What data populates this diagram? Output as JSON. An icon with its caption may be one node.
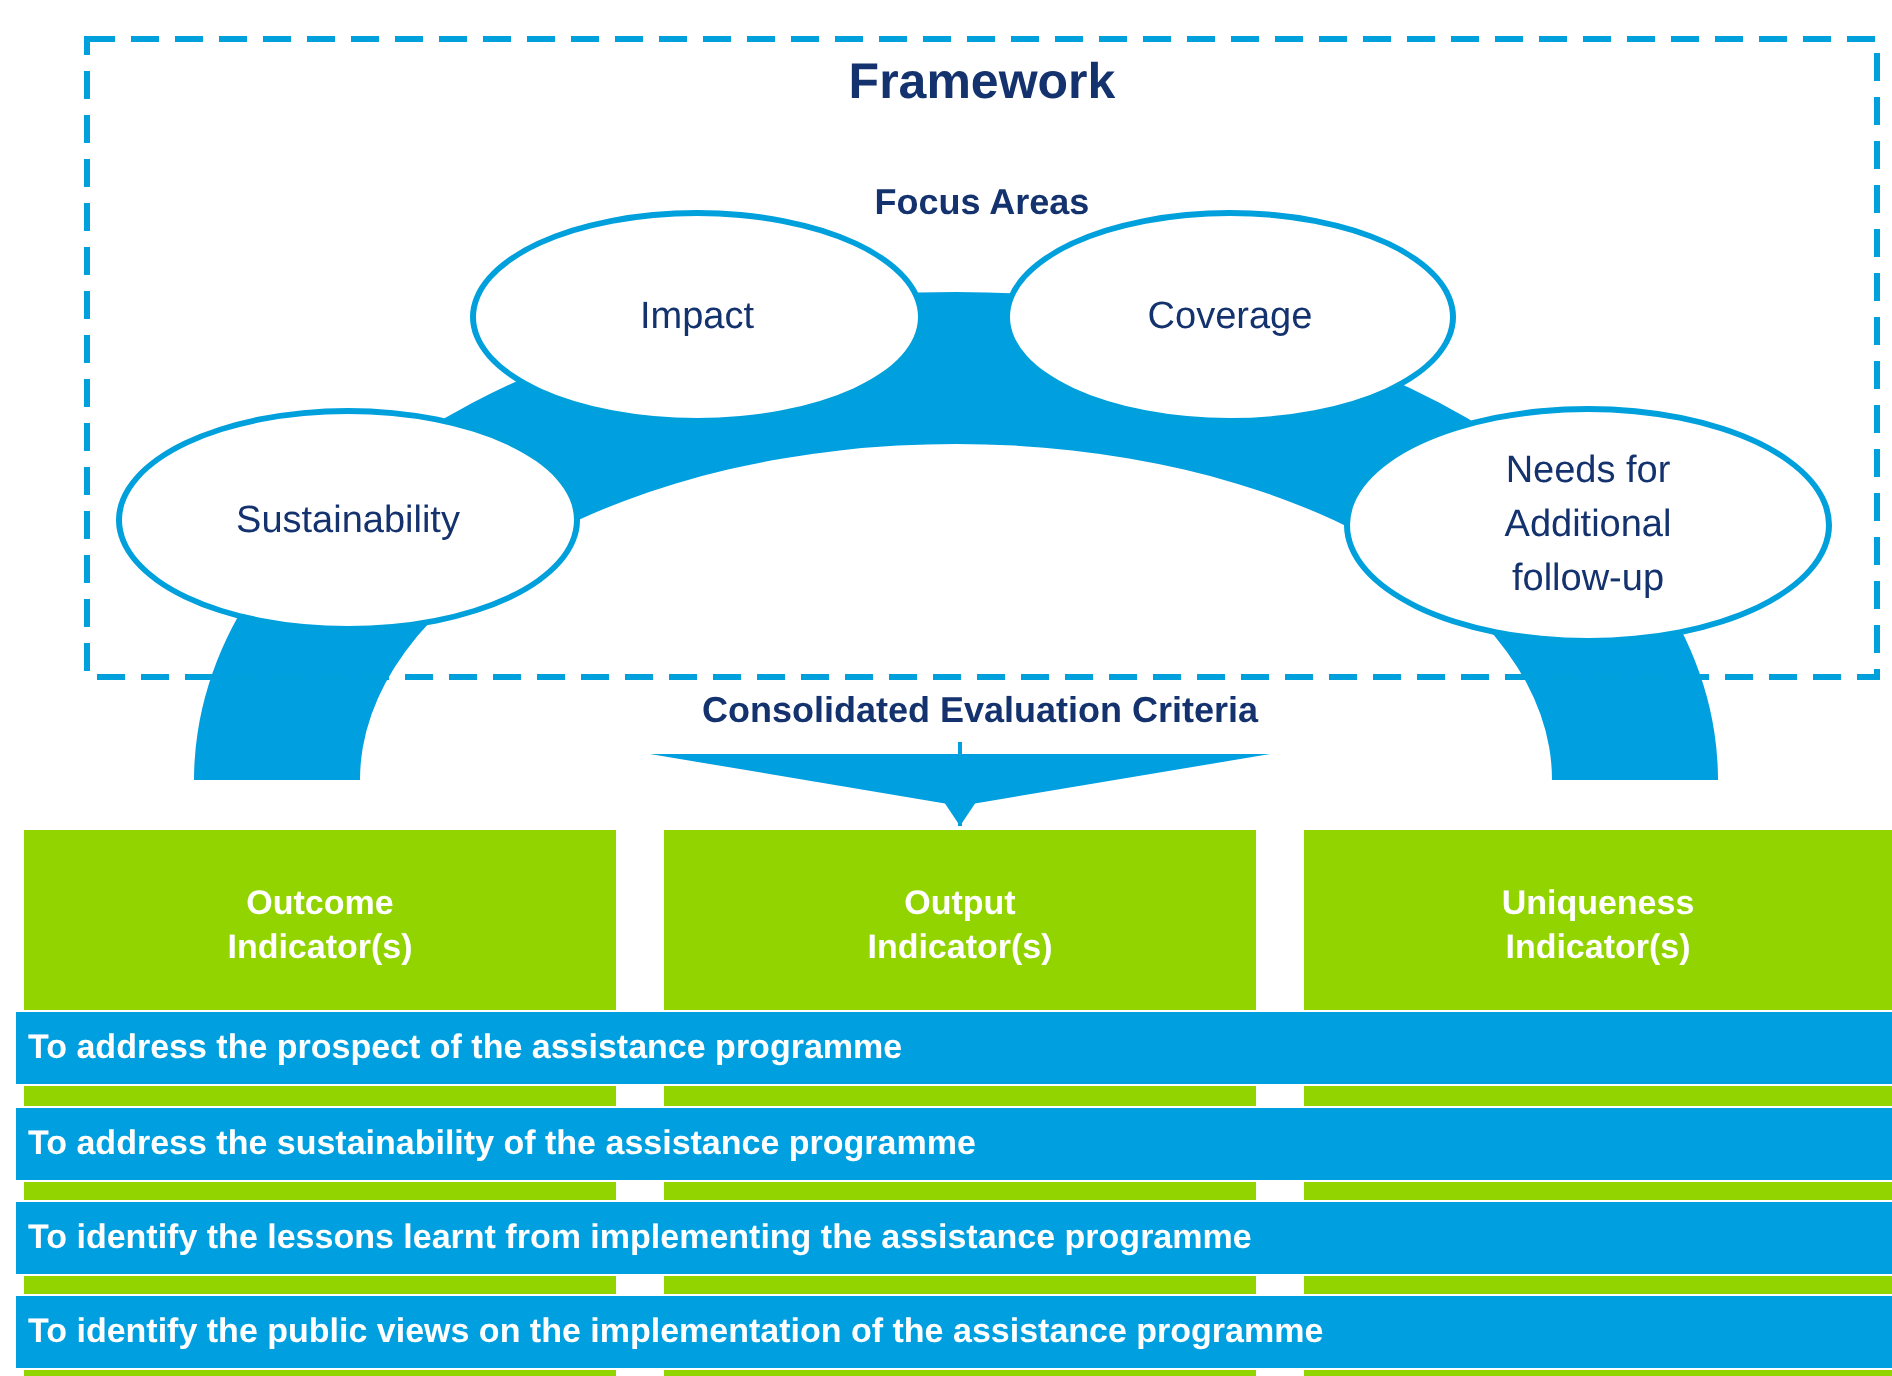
{
  "diagram": {
    "nodes": [
      {
        "text": [
          "Framework",
          "Focus Areas"
        ]
      },
      {
        "text": [
          "Impact"
        ],
        "in": 0
      },
      {
        "text": [
          "Coverage"
        ],
        "in": 0
      },
      {
        "text": [
          "Sustainability"
        ],
        "in": 0
      },
      {
        "text": [
          "Needs for Additional follow-up"
        ],
        "in": 0
      },
      {
        "text": [
          "Consolidated Evaluation Criteria"
        ]
      },
      {
        "text": [
          "Outcome Indicator(s)"
        ]
      },
      {
        "text": [
          "Output Indicator(s)"
        ]
      },
      {
        "text": [
          "Uniqueness Indicator(s)"
        ]
      },
      {
        "text": [
          "To address the prospect of the assistance programme"
        ]
      },
      {
        "text": [
          "To address the sustainability of the assistance programme"
        ]
      },
      {
        "text": [
          "To identify the lessons learnt from implementing the assistance programme"
        ]
      },
      {
        "text": [
          "To identify the public views on the implementation of the assistance programme"
        ]
      }
    ],
    "edges": [
      {
        "from": 5,
        "to": 7,
        "arrow": "to"
      }
    ]
  }
}
